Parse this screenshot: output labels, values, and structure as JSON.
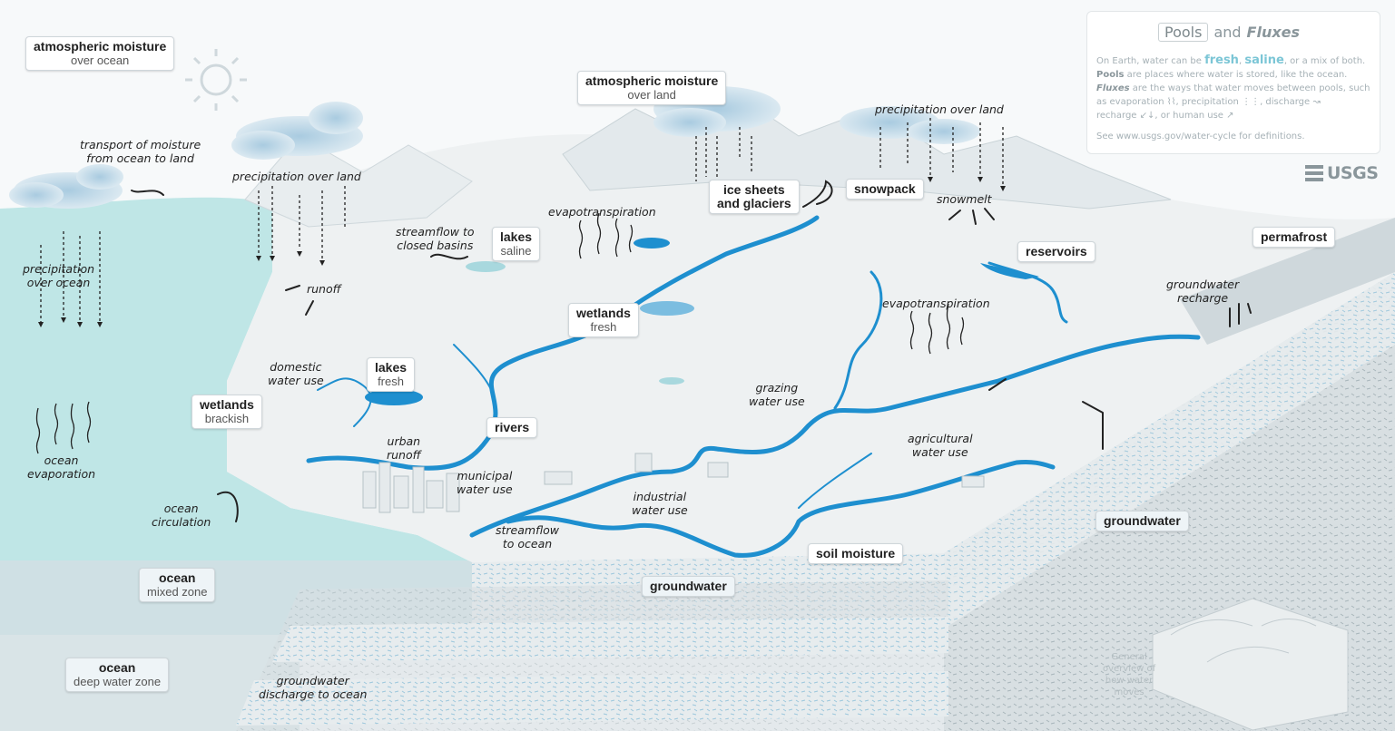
{
  "pools": {
    "atm_ocean": {
      "title": "atmospheric moisture",
      "sub": "over ocean"
    },
    "atm_land": {
      "title": "atmospheric moisture",
      "sub": "over land"
    },
    "ice": {
      "title": "ice sheets",
      "sub": "and glaciers"
    },
    "snowpack": {
      "title": "snowpack"
    },
    "lakes_saline": {
      "title": "lakes",
      "sub": "saline"
    },
    "wetlands_fresh": {
      "title": "wetlands",
      "sub": "fresh"
    },
    "lakes_fresh": {
      "title": "lakes",
      "sub": "fresh"
    },
    "wetlands_brackish": {
      "title": "wetlands",
      "sub": "brackish"
    },
    "rivers": {
      "title": "rivers"
    },
    "reservoirs": {
      "title": "reservoirs"
    },
    "permafrost": {
      "title": "permafrost"
    },
    "groundwater_right": {
      "title": "groundwater"
    },
    "soil_moisture": {
      "title": "soil moisture"
    },
    "groundwater_center": {
      "title": "groundwater"
    },
    "ocean_mixed": {
      "title": "ocean",
      "sub": "mixed zone"
    },
    "ocean_deep": {
      "title": "ocean",
      "sub": "deep water zone"
    }
  },
  "fluxes": {
    "transport": {
      "l1": "transport of moisture",
      "l2": "from ocean to land"
    },
    "precip_land_left": {
      "l1": "precipitation over land"
    },
    "precip_land_right": {
      "l1": "precipitation over land"
    },
    "precip_ocean": {
      "l1": "precipitation",
      "l2": "over ocean"
    },
    "runoff": {
      "l1": "runoff"
    },
    "streamflow_closed": {
      "l1": "streamflow to",
      "l2": "closed basins"
    },
    "evapo_left": {
      "l1": "evapotranspiration"
    },
    "evapo_right": {
      "l1": "evapotranspiration"
    },
    "snowmelt": {
      "l1": "snowmelt"
    },
    "gw_recharge": {
      "l1": "groundwater",
      "l2": "recharge"
    },
    "domestic": {
      "l1": "domestic",
      "l2": "water use"
    },
    "grazing": {
      "l1": "grazing",
      "l2": "water use"
    },
    "ocean_evap": {
      "l1": "ocean",
      "l2": "evaporation"
    },
    "urban_runoff": {
      "l1": "urban",
      "l2": "runoff"
    },
    "municipal": {
      "l1": "municipal",
      "l2": "water use"
    },
    "industrial": {
      "l1": "industrial",
      "l2": "water use"
    },
    "agricultural": {
      "l1": "agricultural",
      "l2": "water use"
    },
    "ocean_circ": {
      "l1": "ocean",
      "l2": "circulation"
    },
    "streamflow_ocean": {
      "l1": "streamflow",
      "l2": "to ocean"
    },
    "gw_discharge": {
      "l1": "groundwater",
      "l2": "discharge to ocean"
    }
  },
  "legend": {
    "pools": "Pools",
    "and": "and",
    "fluxes": "Fluxes",
    "line1_a": "On Earth, water can be",
    "fresh": "fresh",
    "comma": ",",
    "saline": "saline",
    "line1_b": ", or a mix of both.",
    "pools_word": "Pools",
    "line2": "are places where water is stored, like the ocean.",
    "fluxes_word": "Fluxes",
    "line3": "are the ways that water moves between pools, such as evaporation",
    "line3_b": ", precipitation",
    "line3_c": ", discharge",
    "line4": "recharge",
    "line4_b": ", or human use",
    "see": "See www.usgs.gov/water-cycle for definitions."
  },
  "brand": "USGS",
  "overview": {
    "l1": "General",
    "l2": "overview of",
    "l3": "how water",
    "l4": "moves"
  },
  "colors": {
    "river": "#1e8fcf",
    "ocean": "#bfe6e6",
    "land": "#f1f3f4",
    "ground": "#dde3e6",
    "cloud": "#c6dbe8",
    "highlight": "#bfeaea"
  }
}
